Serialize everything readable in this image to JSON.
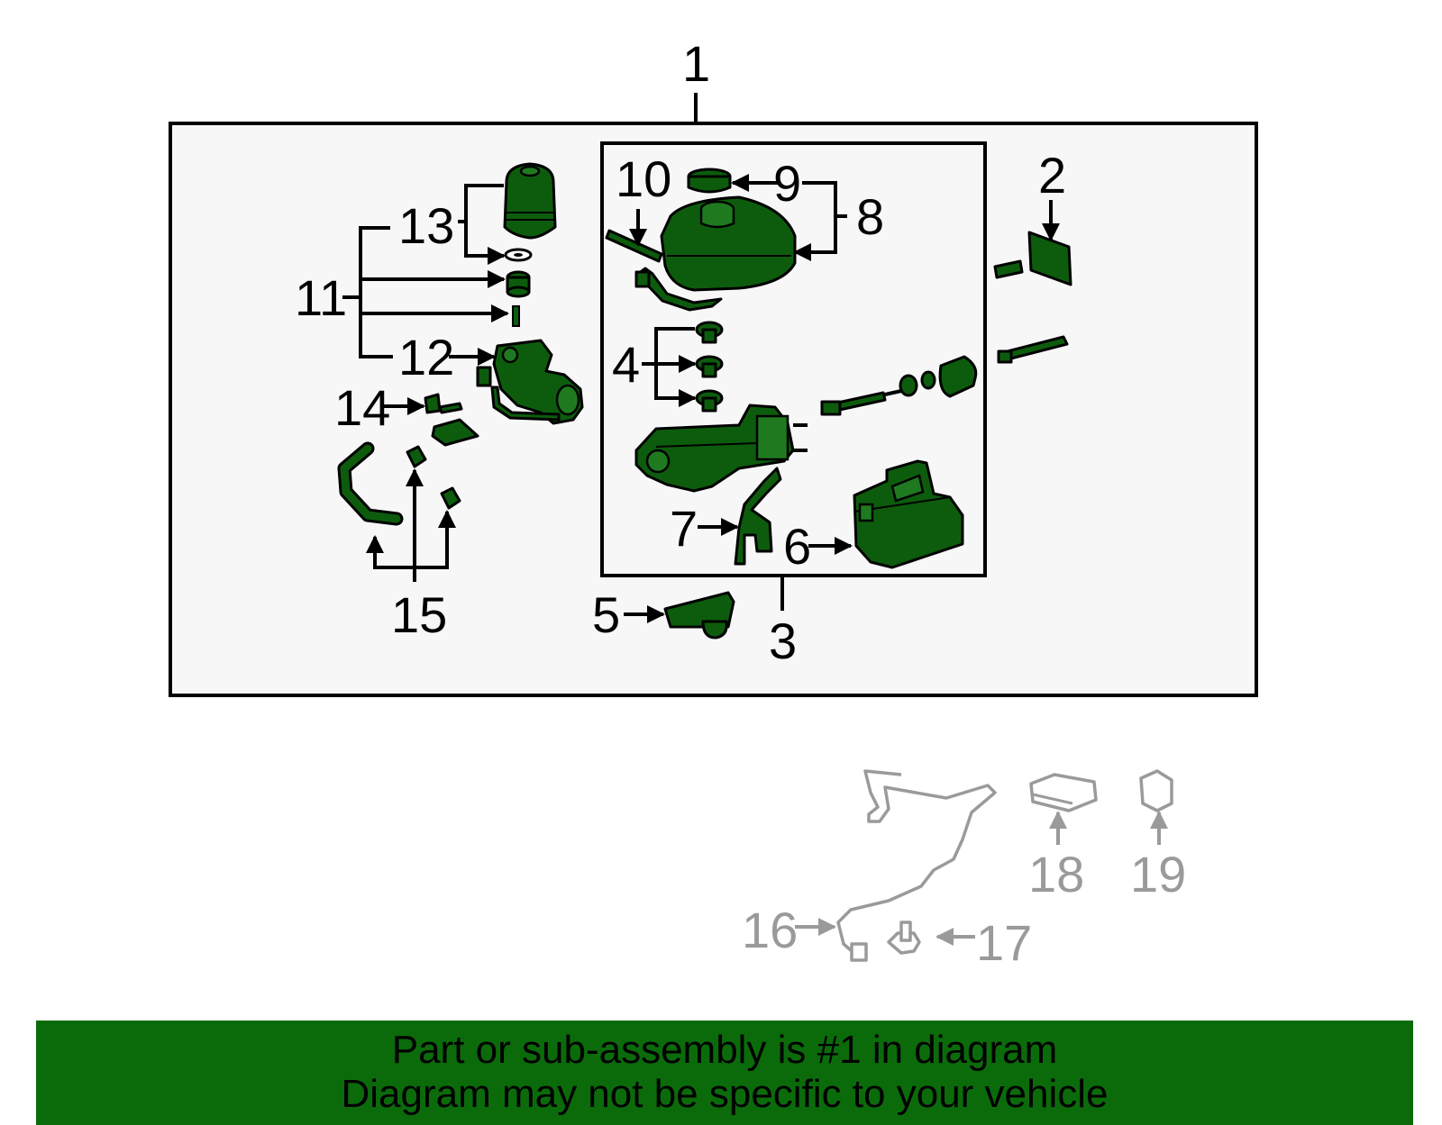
{
  "colors": {
    "part_fill": "#0d5c0d",
    "part_outline": "#000000",
    "unselected_part": "#9a9a9a",
    "frame_background": "#f7f7f7",
    "banner": "#0b6b0b"
  },
  "callouts": {
    "c1": "1",
    "c2": "2",
    "c3": "3",
    "c4": "4",
    "c5": "5",
    "c6": "6",
    "c7": "7",
    "c8": "8",
    "c9": "9",
    "c10": "10",
    "c11": "11",
    "c12": "12",
    "c13": "13",
    "c14": "14",
    "c15": "15",
    "c16": "16",
    "c17": "17",
    "c18": "18",
    "c19": "19"
  },
  "banner": {
    "line1": "Part or sub-assembly is #1 in diagram",
    "line2": "Diagram may not be specific to your vehicle"
  }
}
